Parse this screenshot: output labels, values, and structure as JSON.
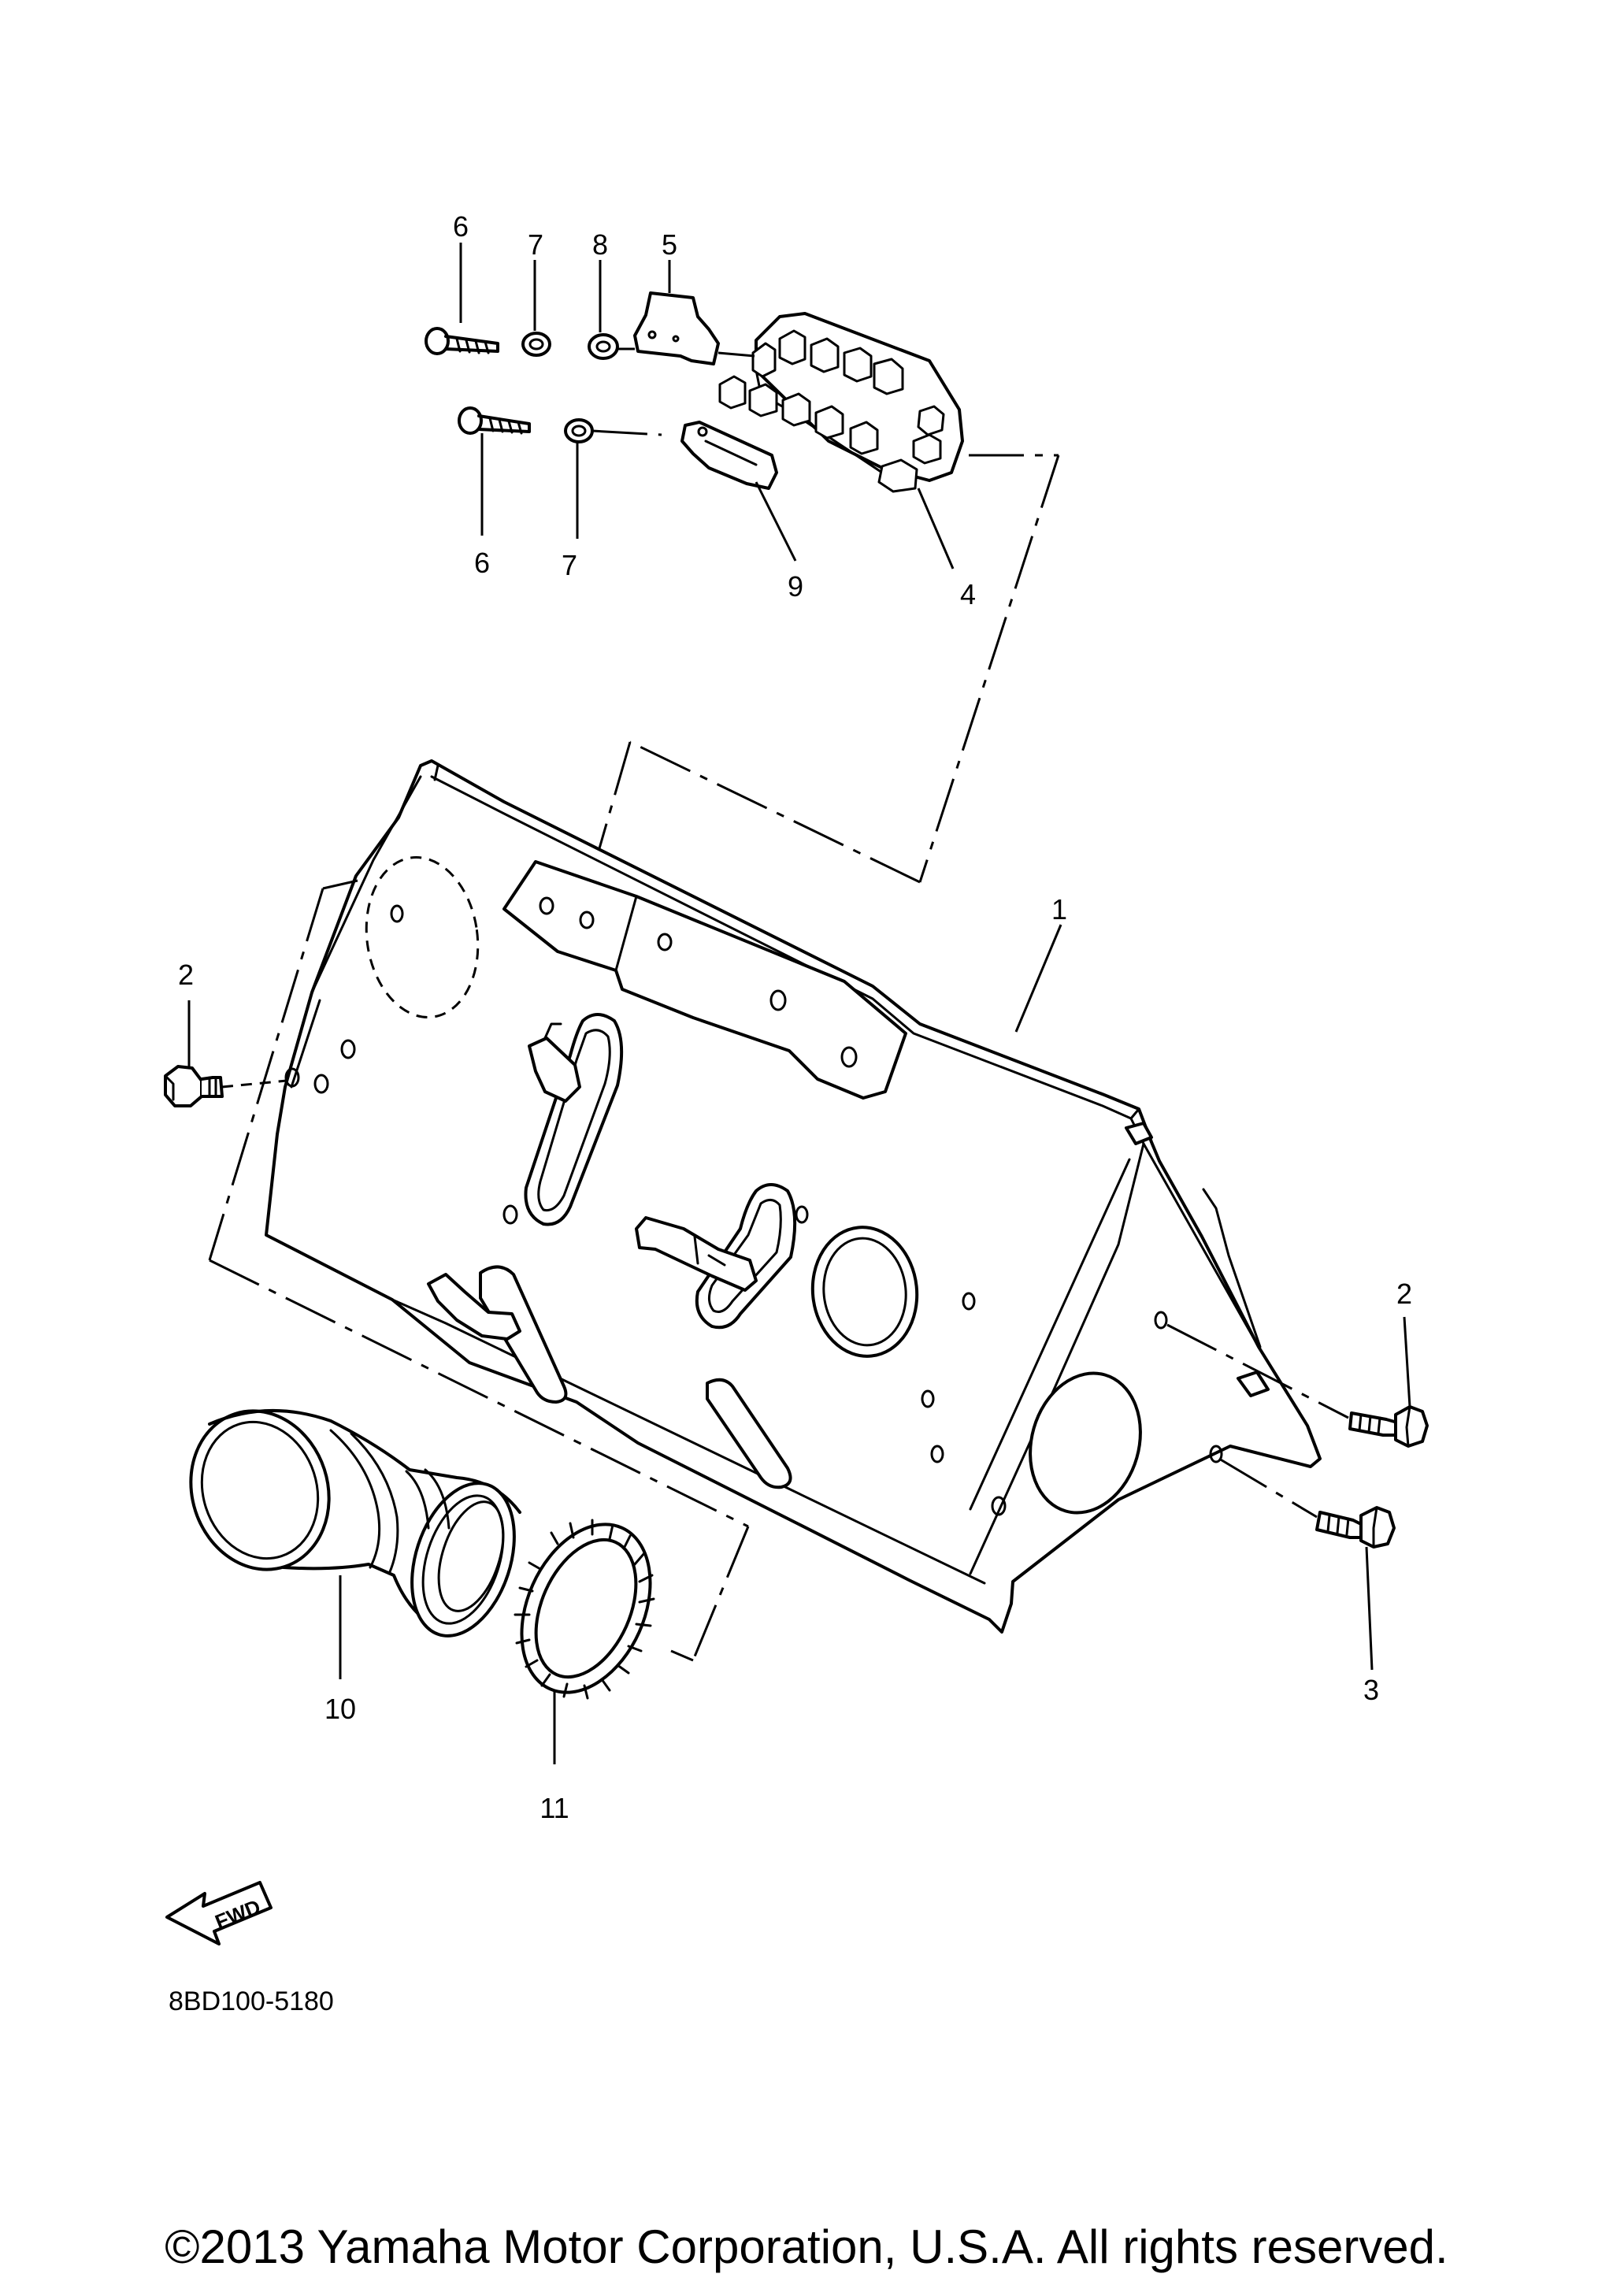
{
  "diagram": {
    "callouts": [
      {
        "id": "c6a",
        "label": "6"
      },
      {
        "id": "c7a",
        "label": "7"
      },
      {
        "id": "c8",
        "label": "8"
      },
      {
        "id": "c5",
        "label": "5"
      },
      {
        "id": "c6b",
        "label": "6"
      },
      {
        "id": "c7b",
        "label": "7"
      },
      {
        "id": "c9",
        "label": "9"
      },
      {
        "id": "c4",
        "label": "4"
      },
      {
        "id": "c1",
        "label": "1"
      },
      {
        "id": "c2a",
        "label": "2"
      },
      {
        "id": "c2b",
        "label": "2"
      },
      {
        "id": "c3",
        "label": "3"
      },
      {
        "id": "c10",
        "label": "10"
      },
      {
        "id": "c11",
        "label": "11"
      }
    ],
    "fwd_label": "FWD",
    "part_code": "8BD100-5180"
  },
  "footer": {
    "copyright": "©2013 Yamaha Motor Corporation, U.S.A. All rights reserved."
  }
}
